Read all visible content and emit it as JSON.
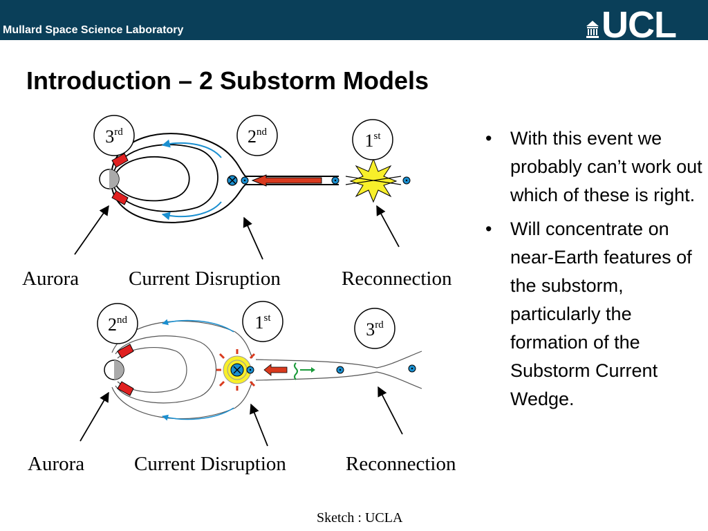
{
  "header": {
    "lab_name": "Mullard Space Science Laboratory",
    "logo_text": "UCL",
    "background": "#0a3f59"
  },
  "title": "Introduction – 2 Substorm Models",
  "diagram": {
    "top": {
      "order_labels": {
        "first": "1",
        "first_sup": "st",
        "second": "2",
        "second_sup": "nd",
        "third": "3",
        "third_sup": "rd"
      },
      "captions": [
        "Aurora",
        "Current Disruption",
        "Reconnection"
      ]
    },
    "bottom": {
      "order_labels": {
        "first": "1",
        "first_sup": "st",
        "second": "2",
        "second_sup": "nd",
        "third": "3",
        "third_sup": "rd"
      },
      "captions": [
        "Aurora",
        "Current Disruption",
        "Reconnection"
      ]
    }
  },
  "bullets": [
    "With this event we probably can’t work out which of these is right.",
    "Will concentrate on near-Earth features of the substorm, particularly the formation of the Substorm Current Wedge."
  ],
  "bullet_char": "•",
  "credit": "Sketch : UCLA"
}
